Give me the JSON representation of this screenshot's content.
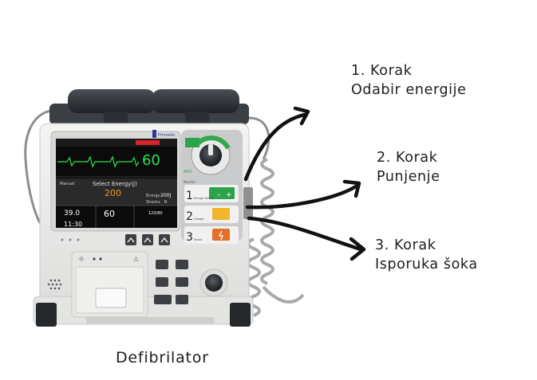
{
  "steps": [
    {
      "title": "1. Korak",
      "subtitle": "Odabir energije"
    },
    {
      "title": "2. Korak",
      "subtitle": "Punjenje"
    },
    {
      "title": "3. Korak",
      "subtitle": "Isporuka šoka"
    }
  ],
  "caption": "Defibrilator",
  "device": {
    "brand": "Primedic",
    "hr_value": "60",
    "select_energy": "Select Energy(J)",
    "energy_value": "200",
    "energy_label": "Energy",
    "energy_setting": "200J",
    "shocks_label": "Shocks",
    "shocks_value": "0",
    "manual_label": "Manual",
    "temp_value": "39.0",
    "pulse_value": "60",
    "nibp_value": "120/80",
    "time": "11:30",
    "step_numbers": [
      "1",
      "2",
      "3"
    ],
    "step_button_labels": [
      "Energy Select",
      "Charge",
      "Shock"
    ],
    "aed_label": "AED",
    "monitor_label": "Monitor",
    "colors": {
      "screen_bg": "#0b0b0b",
      "ecg": "#2fe24a",
      "energy": "#f39a1e",
      "charge_button": "#f3b52a",
      "shock_button": "#e2702b",
      "energy_button": "#2ca34a",
      "body": "#ececea",
      "handle": "#2c3034"
    }
  }
}
